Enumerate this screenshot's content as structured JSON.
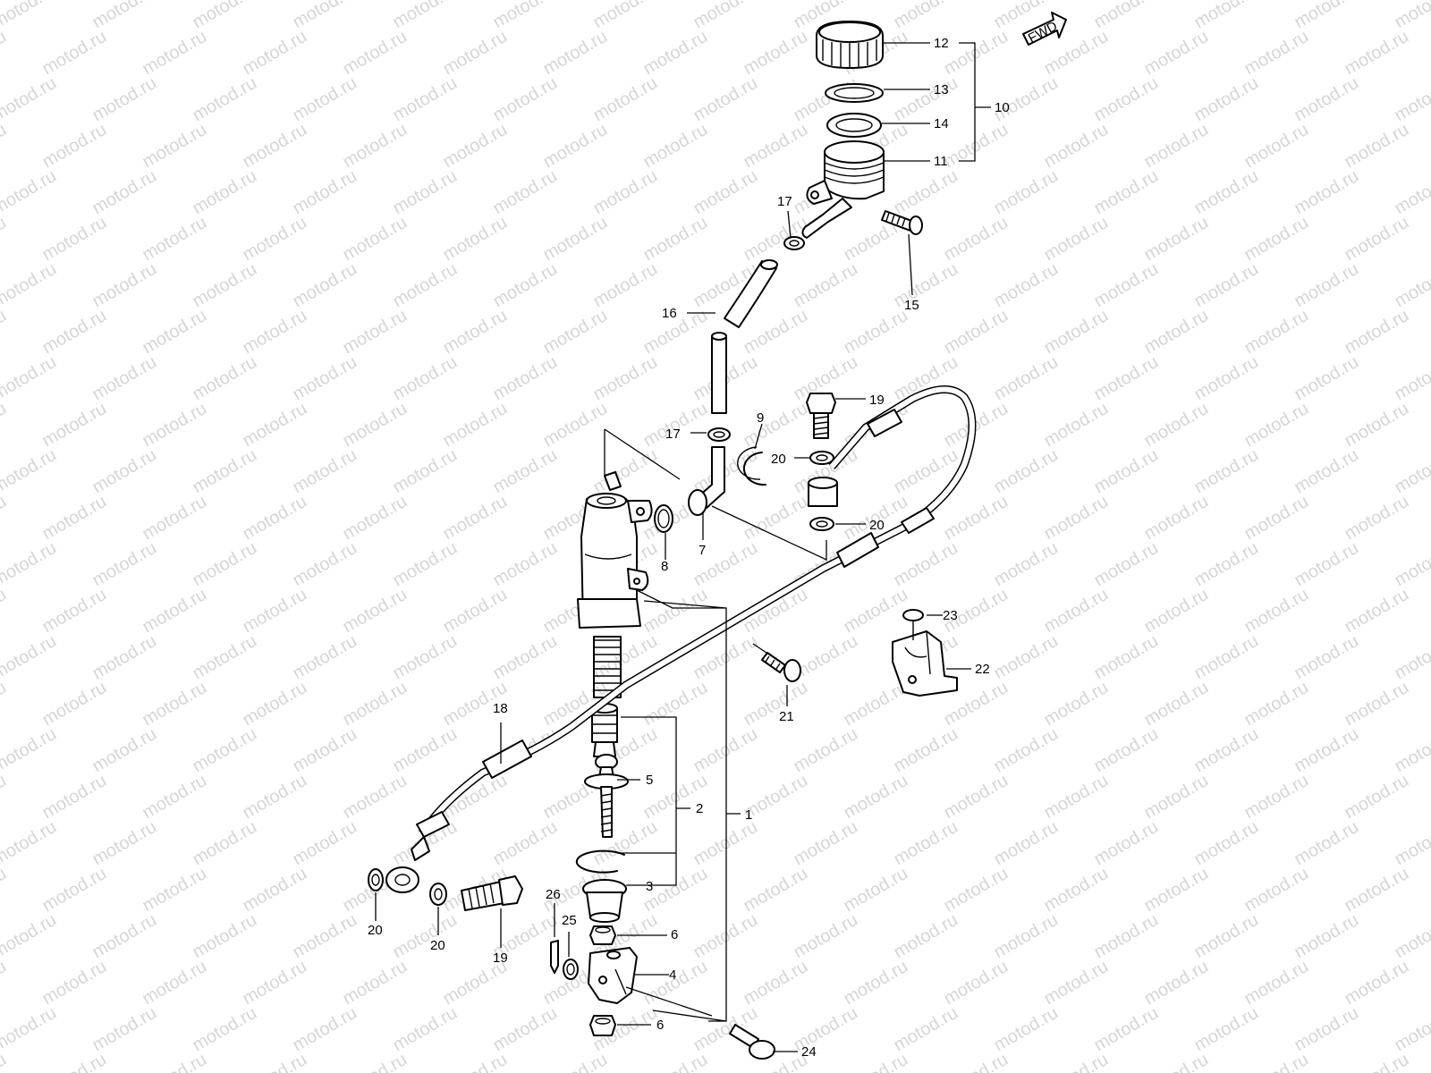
{
  "watermark": "motod.ru",
  "direction_badge": "FWD",
  "callouts": {
    "c1": "1",
    "c2": "2",
    "c3": "3",
    "c4": "4",
    "c5": "5",
    "c6a": "6",
    "c6b": "6",
    "c7": "7",
    "c8": "8",
    "c9": "9",
    "c10": "10",
    "c11": "11",
    "c12": "12",
    "c13": "13",
    "c14": "14",
    "c15": "15",
    "c16": "16",
    "c17a": "17",
    "c17b": "17",
    "c18": "18",
    "c19a": "19",
    "c19b": "19",
    "c20a": "20",
    "c20b": "20",
    "c20c": "20",
    "c20d": "20",
    "c21": "21",
    "c22": "22",
    "c23": "23",
    "c24": "24",
    "c25": "25",
    "c26": "26"
  }
}
